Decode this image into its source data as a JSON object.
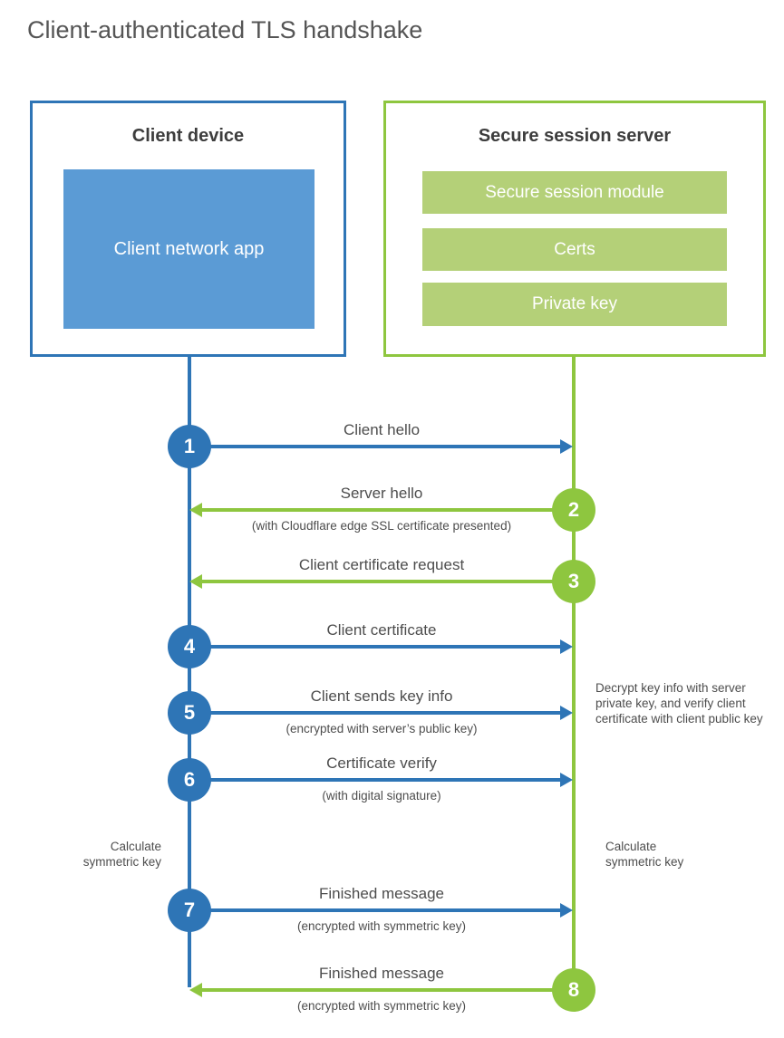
{
  "title": "Client-authenticated TLS handshake",
  "colors": {
    "blue": "#2e75b6",
    "blue_fill": "#5b9bd5",
    "green": "#8ec63f",
    "green_fill": "#b4d078",
    "text_dark": "#4d4d4d",
    "heading": "#3d3d3d"
  },
  "client": {
    "title": "Client device",
    "app": "Client network app"
  },
  "server": {
    "title": "Secure session server",
    "modules": [
      "Secure session module",
      "Certs",
      "Private key"
    ]
  },
  "steps": [
    {
      "num": "1",
      "label": "Client hello",
      "sub": "",
      "from": "client",
      "to": "server",
      "color": "blue"
    },
    {
      "num": "2",
      "label": "Server hello",
      "sub": "(with Cloudflare edge SSL certificate presented)",
      "from": "server",
      "to": "client",
      "color": "green"
    },
    {
      "num": "3",
      "label": "Client certificate request",
      "sub": "",
      "from": "server",
      "to": "client",
      "color": "green"
    },
    {
      "num": "4",
      "label": "Client certificate",
      "sub": "",
      "from": "client",
      "to": "server",
      "color": "blue"
    },
    {
      "num": "5",
      "label": "Client sends key info",
      "sub": "(encrypted with server’s public key)",
      "from": "client",
      "to": "server",
      "color": "blue"
    },
    {
      "num": "6",
      "label": "Certificate verify",
      "sub": "(with digital signature)",
      "from": "client",
      "to": "server",
      "color": "blue"
    },
    {
      "num": "7",
      "label": "Finished message",
      "sub": "(encrypted with symmetric key)",
      "from": "client",
      "to": "server",
      "color": "blue"
    },
    {
      "num": "8",
      "label": "Finished message",
      "sub": "(encrypted with symmetric key)",
      "from": "server",
      "to": "client",
      "color": "green"
    }
  ],
  "annotations": {
    "decrypt_note": "Decrypt key info with server private key, and verify client certificate with client public key",
    "calc_left": "Calculate symmetric key",
    "calc_right": "Calculate symmetric key"
  }
}
